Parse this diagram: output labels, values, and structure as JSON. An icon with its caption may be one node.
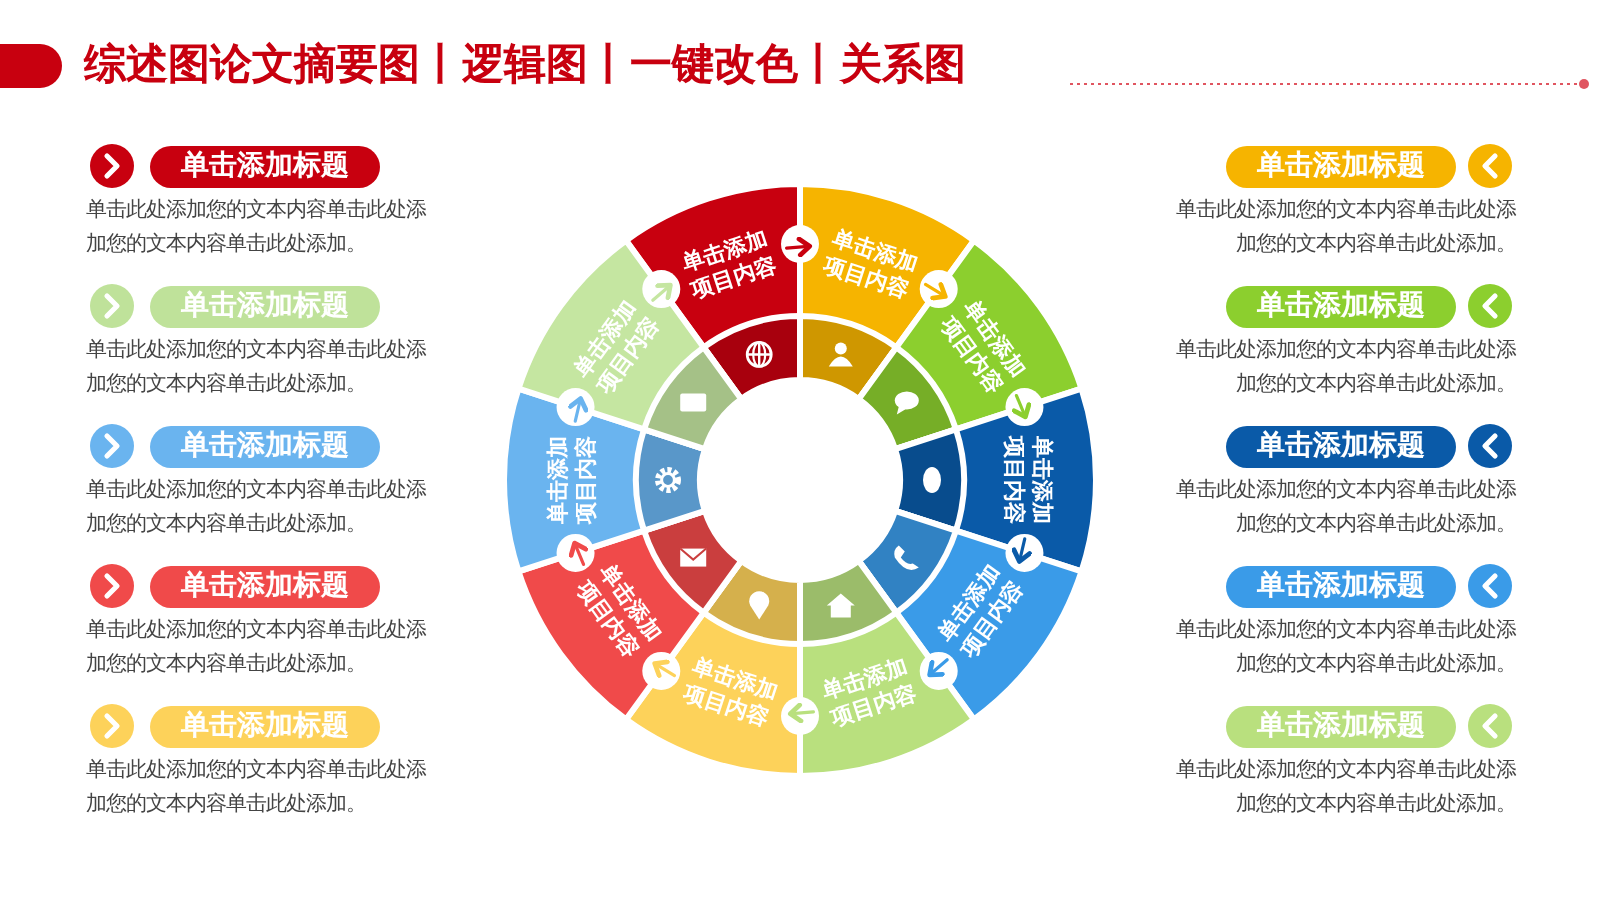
{
  "diagram": {
    "title": "综述图论文摘要图丨逻辑图丨一键改色丨关系图",
    "nodes": [
      {
        "text": [
          "单击添加标题"
        ],
        "beside": [
          "单击此处添加您的文本内容单击此处添加您的文本内容单击此处添加。"
        ]
      },
      {
        "text": [
          "单击添加标题"
        ],
        "beside": [
          "单击此处添加您的文本内容单击此处添加您的文本内容单击此处添加。"
        ]
      },
      {
        "text": [
          "单击添加标题"
        ],
        "beside": [
          "单击此处添加您的文本内容单击此处添加您的文本内容单击此处添加。"
        ]
      },
      {
        "text": [
          "单击添加标题"
        ],
        "beside": [
          "单击此处添加您的文本内容单击此处添加您的文本内容单击此处添加。"
        ]
      },
      {
        "text": [
          "单击添加标题"
        ],
        "beside": [
          "单击此处添加您的文本内容单击此处添加您的文本内容单击此处添加。"
        ]
      },
      {
        "text": [
          "单击添加项目内容"
        ]
      },
      {
        "text": [
          "单击添加项目内容"
        ]
      },
      {
        "text": [
          "单击添加项目内容"
        ]
      },
      {
        "text": [
          "单击添加项目内容"
        ]
      },
      {
        "text": [
          "单击添加项目内容"
        ]
      },
      {
        "text": [
          "单击添加项目内容"
        ]
      },
      {
        "text": [
          "单击添加项目内容"
        ]
      },
      {
        "text": [
          "单击添加项目内容"
        ]
      },
      {
        "text": [
          "单击添加项目内容"
        ]
      },
      {
        "text": [
          "单击添加项目内容"
        ]
      },
      {
        "text": [
          "单击添加标题"
        ],
        "beside": [
          "单击此处添加您的文本内容单击此处添加您的文本内容单击此处添加。"
        ]
      },
      {
        "text": [
          "单击添加标题"
        ],
        "beside": [
          "单击此处添加您的文本内容单击此处添加您的文本内容单击此处添加。"
        ]
      },
      {
        "text": [
          "单击添加标题"
        ],
        "beside": [
          "单击此处添加您的文本内容单击此处添加您的文本内容单击此处添加。"
        ]
      },
      {
        "text": [
          "单击添加标题"
        ],
        "beside": [
          "单击此处添加您的文本内容单击此处添加您的文本内容单击此处添加。"
        ]
      },
      {
        "text": [
          "单击添加标题"
        ],
        "beside": [
          "单击此处添加您的文本内容单击此处添加您的文本内容单击此处添加。"
        ]
      }
    ],
    "edges": [
      {
        "from": 5,
        "to": 6,
        "arrow": "to",
        "color": "#c8000f"
      },
      {
        "from": 6,
        "to": 7,
        "arrow": "to",
        "color": "#f6b400"
      },
      {
        "from": 7,
        "to": 8,
        "arrow": "to",
        "color": "#8ccf2e"
      },
      {
        "from": 8,
        "to": 9,
        "arrow": "to",
        "color": "#0a5aa8"
      },
      {
        "from": 9,
        "to": 10,
        "arrow": "to",
        "color": "#3a9be8"
      },
      {
        "from": 10,
        "to": 11,
        "arrow": "to",
        "color": "#b9e07e"
      },
      {
        "from": 11,
        "to": 12,
        "arrow": "to",
        "color": "#fdd25a"
      },
      {
        "from": 12,
        "to": 13,
        "arrow": "to",
        "color": "#f04a4a"
      },
      {
        "from": 13,
        "to": 14,
        "arrow": "to",
        "color": "#6ab4ef"
      },
      {
        "from": 14,
        "to": 5,
        "arrow": "to",
        "color": "#c5e6a1"
      }
    ]
  }
}
